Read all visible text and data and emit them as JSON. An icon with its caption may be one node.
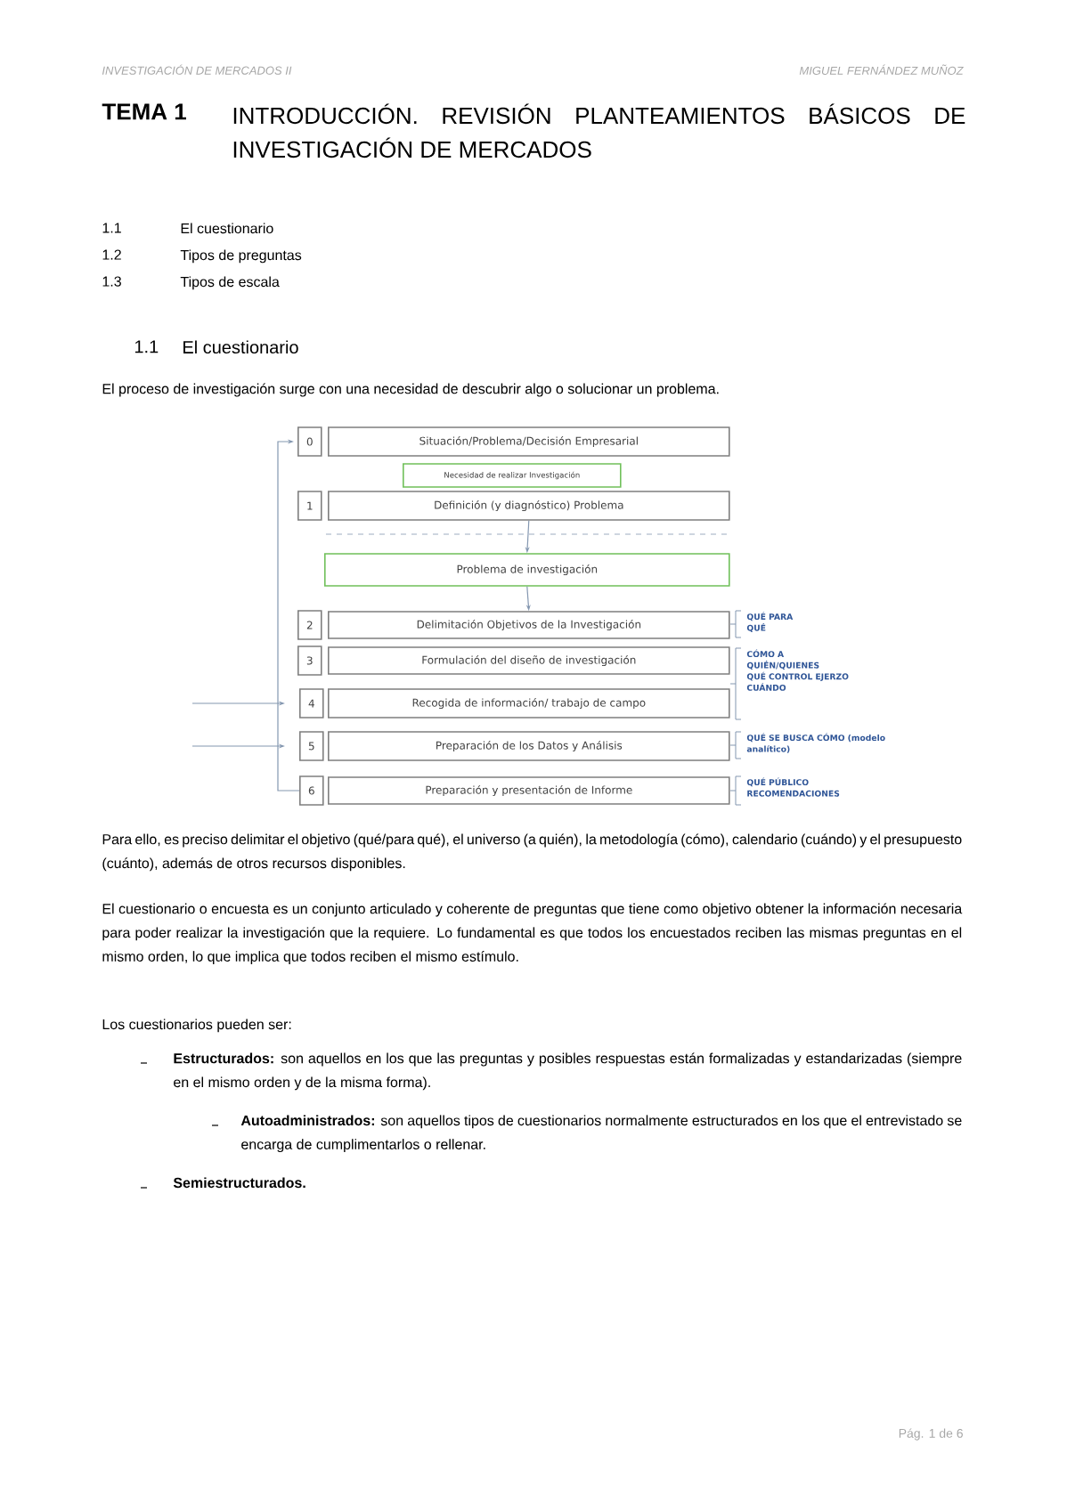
{
  "diagram": {
    "title": "INTRODUCCIÓN. REVISIÓN PLANTEAMIENTOS BÁSICOS DE INVESTIGACIÓN DE MERCADOS",
    "nodes": [
      {
        "text": [
          "0"
        ]
      },
      {
        "text": [
          "Situación/Problema/Decisión Empresarial"
        ]
      },
      {
        "text": [
          "Necesidad de realizar Investigación"
        ]
      },
      {
        "text": [
          "1"
        ]
      },
      {
        "text": [
          "Definición (y diagnóstico) Problema"
        ]
      },
      {
        "text": [
          "Problema de investigación"
        ]
      },
      {
        "text": [
          "2"
        ]
      },
      {
        "text": [
          "Delimitación Objetivos de la Investigación"
        ],
        "beside": [
          "QUÉ PARA QUÉ"
        ]
      },
      {
        "text": [
          "3"
        ]
      },
      {
        "text": [
          "Formulación del diseño de investigación"
        ],
        "beside": [
          "CÓMO A QUIÉN/QUIENES QUÉ CONTROL EJERZO CUÁNDO"
        ]
      },
      {
        "text": [
          "4"
        ]
      },
      {
        "text": [
          "Recogida de información/ trabajo de campo"
        ]
      },
      {
        "text": [
          "5"
        ]
      },
      {
        "text": [
          "Preparación de los Datos y Análisis"
        ],
        "beside": [
          "QUÉ SE BUSCA CÓMO (modelo analítico)"
        ]
      },
      {
        "text": [
          "6"
        ]
      },
      {
        "text": [
          "Preparación y presentación de Informe"
        ],
        "beside": [
          "QUÉ PÚBLICO RECOMENDACIONES"
        ]
      }
    ],
    "edges": [
      {
        "from": 14,
        "to": 0,
        "arrow": "to"
      },
      {
        "from": 4,
        "to": 5,
        "arrow": "to"
      },
      {
        "from": 5,
        "to": 7,
        "arrow": "to"
      },
      {
        "from": null,
        "to": 10,
        "arrow": "to"
      },
      {
        "from": null,
        "to": 12,
        "arrow": "to"
      }
    ],
    "labels": [
      "INVESTIGACIÓN DE MERCADOS II",
      "MIGUEL FERNÁNDEZ MUÑOZ",
      "TEMA 1",
      "1.1",
      "El cuestionario",
      "1.2",
      "Tipos de preguntas",
      "1.3",
      "Tipos de escala",
      "1.1",
      "El cuestionario",
      "El proceso de investigación surge con una necesidad de descubrir algo o solucionar un problema.",
      "Para ello, es preciso delimitar el objetivo (qué/para qué), el universo (a quién), la metodología (cómo), calendario (cuándo) y el presupuesto (cuánto), además de otros recursos disponibles.",
      "El cuestionario o encuesta es un conjunto articulado y coherente de preguntas que tiene como objetivo obtener la información necesaria para poder realizar la investigación que la requiere. Lo fundamental es que todos los encuestados reciben las mismas preguntas en el mismo orden, lo que implica que todos reciben el mismo estímulo.",
      "Los cuestionarios pueden ser:",
      "**Estructurados:** son aquellos en los que las preguntas y posibles respuestas están formalizadas y estandarizadas (siempre en el mismo orden y de la misma forma).",
      "**Autoadministrados:** son aquellos tipos de cuestionarios normalmente estructurados en los que el entrevistado se encarga de cumplimentarlos o rellenar.",
      "Semiestructurados.",
      "Pág. 1 de 6"
    ]
  }
}
